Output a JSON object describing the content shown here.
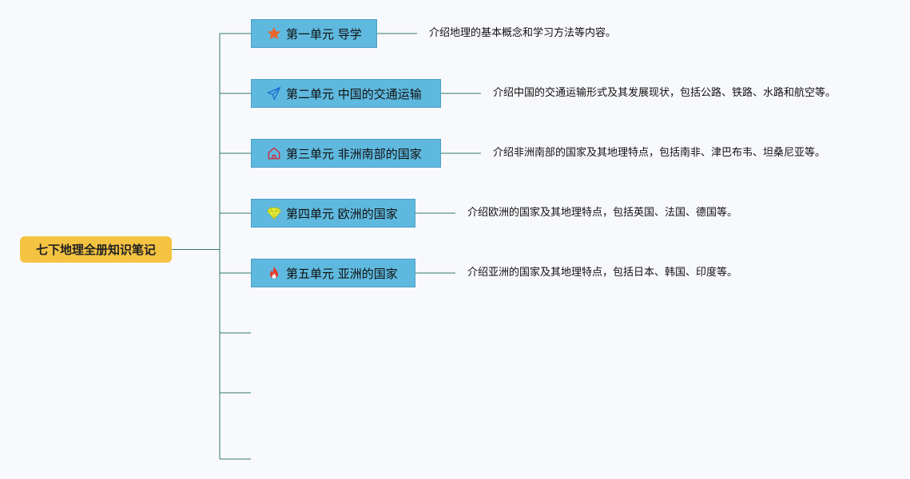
{
  "root": {
    "label": "七下地理全册知识笔记"
  },
  "units": [
    {
      "title": "第一单元 导学",
      "icon": "star-icon",
      "description": "介绍地理的基本概念和学习方法等内容。"
    },
    {
      "title": "第二单元 中国的交通运输",
      "icon": "paper-plane-icon",
      "description": "介绍中国的交通运输形式及其发展现状，包括公路、铁路、水路和航空等。"
    },
    {
      "title": "第三单元 非洲南部的国家",
      "icon": "house-icon",
      "description": "介绍非洲南部的国家及其地理特点，包括南非、津巴布韦、坦桑尼亚等。"
    },
    {
      "title": "第四单元 欧洲的国家",
      "icon": "diamond-icon",
      "description": "介绍欧洲的国家及其地理特点，包括英国、法国、德国等。"
    },
    {
      "title": "第五单元 亚洲的国家",
      "icon": "fire-icon",
      "description": "介绍亚洲的国家及其地理特点，包括日本、韩国、印度等。"
    }
  ],
  "colors": {
    "root_fill": "#f5c342",
    "unit_fill": "#5fb9df",
    "connector": "#2e7d5b"
  }
}
